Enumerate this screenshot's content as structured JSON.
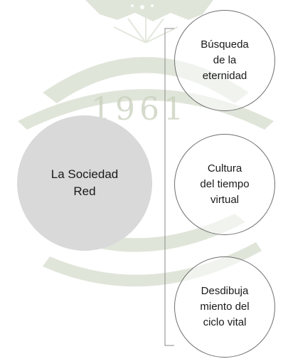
{
  "watermark": {
    "year": "1961",
    "color": "#c7d0bc"
  },
  "diagram": {
    "center": {
      "label": "La Sociedad\nRed",
      "color": "#d9d9d9"
    },
    "nodes": [
      {
        "label": "Búsqueda\nde la\neternidad"
      },
      {
        "label": "Cultura\ndel tiempo\nvirtual"
      },
      {
        "label": "Desdibuja\nmiento del\nciclo vital"
      }
    ]
  }
}
